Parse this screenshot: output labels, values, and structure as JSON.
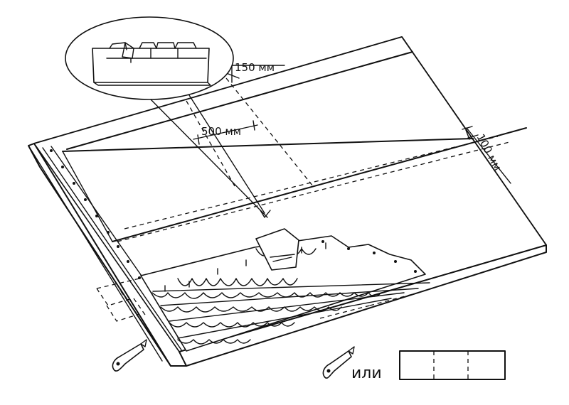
{
  "labels": {
    "dim_150": "150 мм",
    "dim_500": "500 мм",
    "dim_100": "100 мм",
    "or_word": "или"
  },
  "icons": [
    "utility-knife-icon",
    "utility-knife-icon",
    "shingle-strip-icon"
  ],
  "colors": {
    "line": "#111111",
    "background": "#ffffff"
  }
}
